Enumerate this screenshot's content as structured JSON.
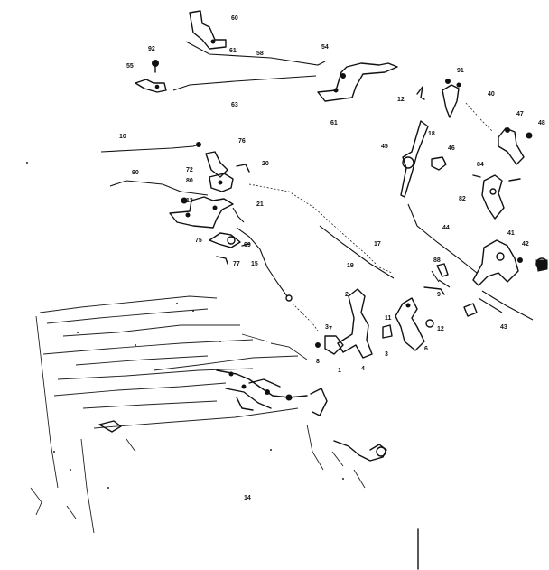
{
  "labels": [
    "60",
    "92",
    "55",
    "61",
    "58",
    "63",
    "54",
    "61",
    "91",
    "12",
    "40",
    "47",
    "48",
    "45",
    "46",
    "84",
    "82",
    "10",
    "76",
    "20",
    "90",
    "72",
    "80",
    "13",
    "21",
    "75",
    "77",
    "69",
    "17",
    "15",
    "19",
    "18",
    "44",
    "88",
    "41",
    "42",
    "43",
    "2",
    "7",
    "8",
    "1",
    "3",
    "11",
    "12",
    "9",
    "6",
    "4",
    "3",
    "14"
  ],
  "colors": {
    "ink": "#111111",
    "paper": "#ffffff"
  }
}
